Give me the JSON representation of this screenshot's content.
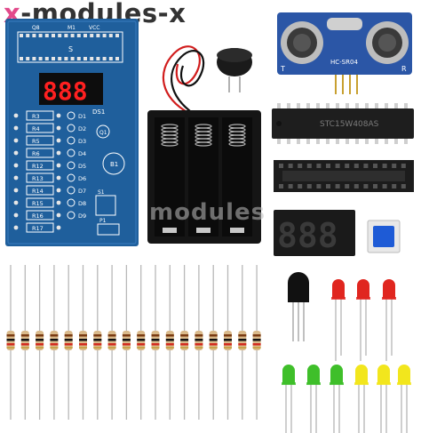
{
  "brand": {
    "prefix": "x",
    "name": "-modules-x"
  },
  "watermark": "modules",
  "pcb": {
    "top_labels": [
      "Q8",
      "M1",
      "VCC"
    ],
    "section_label": "S",
    "display_label": "DS1",
    "resistors": [
      "R3",
      "R4",
      "R5",
      "R6",
      "R12",
      "R13",
      "R14",
      "R15",
      "R16",
      "R17"
    ],
    "leds": [
      "D1",
      "D2",
      "D3",
      "D4",
      "D5",
      "D6",
      "D7",
      "D8",
      "D9"
    ],
    "misc": [
      "Q1",
      "B1",
      "S1",
      "P1"
    ],
    "display_digits": "888"
  },
  "ultrasonic": {
    "left_pin": "T",
    "right_pin": "R",
    "model_label": "HC-SR04"
  },
  "chip_label": "STC15W408AS",
  "module_display_digits": "888",
  "colors": {
    "pcb": "#1f5f9c",
    "led_red": "#e0261f",
    "led_green": "#3fbf2a",
    "led_yellow": "#f2e61d",
    "button_cap": "#1e5bd6"
  }
}
